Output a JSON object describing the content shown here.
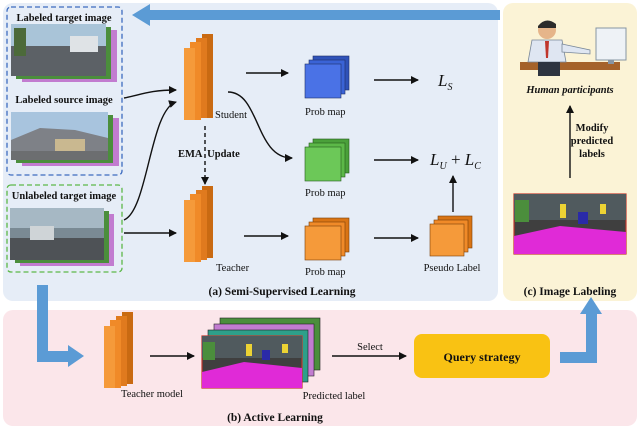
{
  "panels": {
    "ssl_caption": "(a) Semi-Supervised Learning",
    "labeling_caption": "(c) Image Labeling",
    "active_caption": "(b) Active Learning"
  },
  "inputs": {
    "labeled_target": "Labeled target image",
    "labeled_source": "Labeled source image",
    "unlabeled_target": "Unlabeled target image"
  },
  "models": {
    "student": "Student",
    "teacher": "Teacher",
    "teacher_model": "Teacher model",
    "ema": "EMA  Update"
  },
  "outputs": {
    "prob_map": "Prob map",
    "pseudo_label": "Pseudo Label",
    "predicted_label": "Predicted label",
    "loss_s": "L",
    "loss_s_sub": "S",
    "loss_u": "L",
    "loss_u_sub": "U",
    "loss_plus": " + ",
    "loss_c": "L",
    "loss_c_sub": "C"
  },
  "labeling": {
    "human": "Human participants",
    "modify_line1": "Modify",
    "modify_line2": "predicted",
    "modify_line3": "labels"
  },
  "active": {
    "select": "Select",
    "query": "Query strategy"
  },
  "colors": {
    "ssl_bg": "#e6edf7",
    "labeling_bg": "#fbf3d6",
    "active_bg": "#fbe6ea",
    "arrow_blue": "#5b9bd5",
    "net_orange": "#f08a28",
    "prob_blue": "#3a63d6",
    "prob_green": "#5cb848",
    "prob_orange": "#f08a28",
    "query_yellow": "#f9c213",
    "seg_magenta": "#e02ad7"
  }
}
